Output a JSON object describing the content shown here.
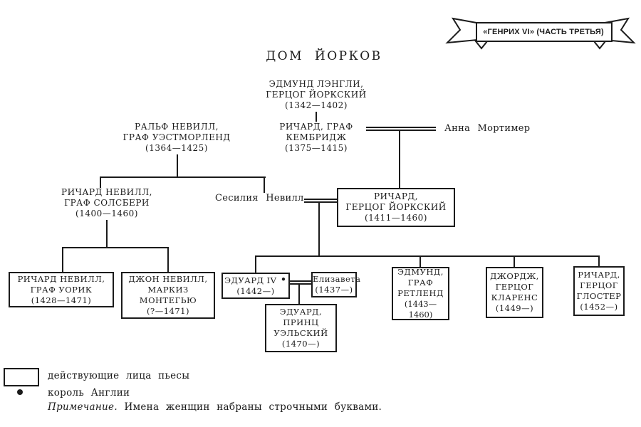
{
  "banner": {
    "label": "«ГЕНРИХ VI» (ЧАСТЬ ТРЕТЬЯ)"
  },
  "title": "ДОМ ЙОРКОВ",
  "symbols": {
    "king_marker": "•"
  },
  "persons": {
    "edmund_langley": {
      "line1": "ЭДМУНД ЛЭНГЛИ,",
      "line2": "ГЕРЦОГ ЙОРКСКИЙ",
      "dates": "(1342—1402)"
    },
    "ralph_neville": {
      "line1": "РАЛЬФ НЕВИЛЛ,",
      "line2": "ГРАФ УЭСТМОРЛЕНД",
      "dates": "(1364—1425)"
    },
    "richard_cambridge": {
      "line1": "РИЧАРД, ГРАФ",
      "line2": "КЕМБРИДЖ",
      "dates": "(1375—1415)"
    },
    "anna_mortimer": {
      "name": "Анна Мортимер"
    },
    "richard_salisbury": {
      "line1": "РИЧАРД НЕВИЛЛ,",
      "line2": "ГРАФ СОЛСБЕРИ",
      "dates": "(1400—1460)"
    },
    "cecily_neville": {
      "name": "Сесилия Невилл"
    },
    "richard_york": {
      "line1": "РИЧАРД,",
      "line2": "ГЕРЦОГ ЙОРКСКИЙ",
      "dates": "(1411—1460)"
    },
    "richard_warwick": {
      "line1": "РИЧАРД НЕВИЛЛ,",
      "line2": "ГРАФ УОРИК",
      "dates": "(1428—1471)"
    },
    "john_montague": {
      "line1": "ДЖОН НЕВИЛЛ,",
      "line2": "МАРКИЗ",
      "line3": "МОНТЕГЬЮ",
      "dates": "(?—1471)"
    },
    "edward_iv": {
      "name": "ЭДУАРД IV",
      "dates": "(1442—)"
    },
    "elizabeth": {
      "name": "Елизавета",
      "dates": "(1437—)"
    },
    "edward_wales": {
      "line1": "ЭДУАРД,",
      "line2": "ПРИНЦ",
      "line3": "УЭЛЬСКИЙ",
      "dates": "(1470—)"
    },
    "edmund_rutland": {
      "line1": "ЭДМУНД,",
      "line2": "ГРАФ",
      "line3": "РЕТЛЕНД",
      "dates": "(1443—1460)"
    },
    "george_clarence": {
      "line1": "ДЖОРДЖ,",
      "line2": "ГЕРЦОГ",
      "line3": "КЛАРЕНС",
      "dates": "(1449—)"
    },
    "richard_gloucester": {
      "line1": "РИЧАРД,",
      "line2": "ГЕРЦОГ",
      "line3": "ГЛОСТЕР",
      "dates": "(1452—)"
    }
  },
  "legend": {
    "box_label": "действующие лица пьесы",
    "king_label": "король Англии",
    "note_title": "Примечание.",
    "note_text": "Имена женщин набраны строчными буквами."
  },
  "colors": {
    "ink": "#1b1b1b",
    "paper": "#ffffff"
  }
}
